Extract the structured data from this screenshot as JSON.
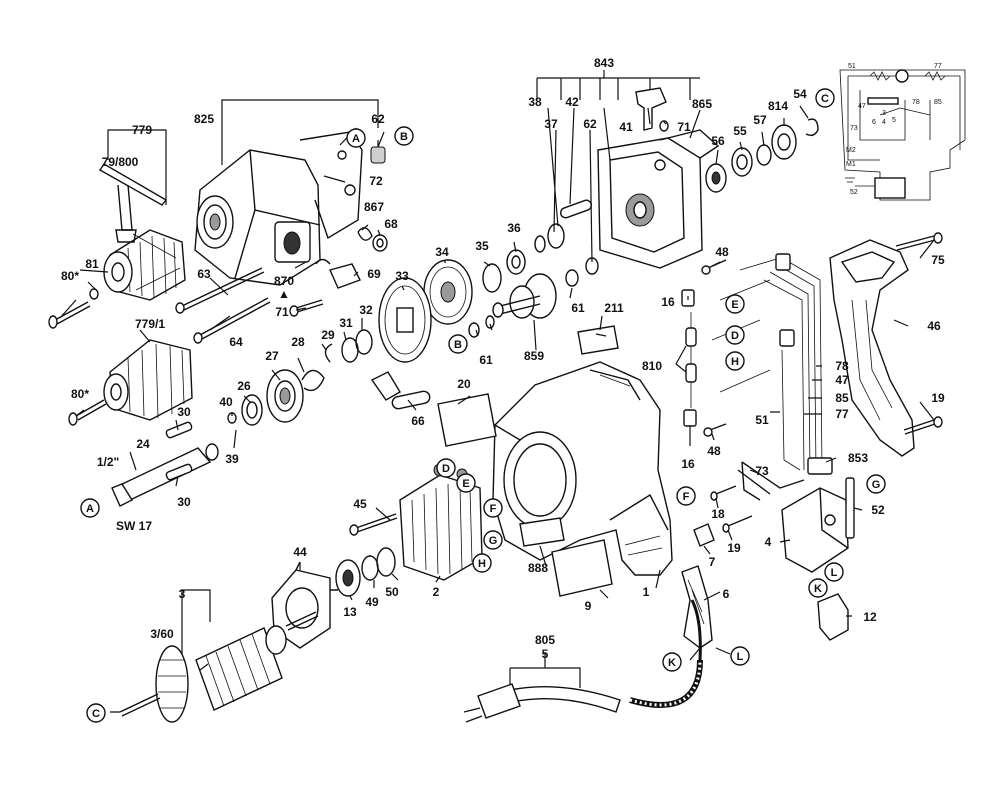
{
  "part_labels": {
    "p843": "843",
    "p38": "38",
    "p37": "37",
    "p42": "42",
    "p62b": "62",
    "p41": "41",
    "p71b": "71",
    "p865": "865",
    "p56": "56",
    "p55": "55",
    "p57": "57",
    "p814": "814",
    "p54": "54",
    "p779": "779",
    "p79_800": "79/800",
    "p825": "825",
    "p62a": "62",
    "p72": "72",
    "p867": "867",
    "p68": "68",
    "p80a": "80*",
    "p81": "81",
    "p63": "63",
    "p870": "870",
    "p69": "69",
    "p71a": "71",
    "p64": "64",
    "p34": "34",
    "p35": "35",
    "p36": "36",
    "p33": "33",
    "p32": "32",
    "p31": "31",
    "p29": "29",
    "p28": "28",
    "p27": "27",
    "p26": "26",
    "p40": "40",
    "p39": "39",
    "p66": "66",
    "p61a": "61",
    "p61b": "61",
    "p859": "859",
    "p779_1": "779/1",
    "p80b": "80*",
    "p30a": "30",
    "p30b": "30",
    "p24": "24",
    "p1_2": "1/2\"",
    "sw17": "SW 17",
    "p211": "211",
    "p20": "20",
    "p48a": "48",
    "p16a": "16",
    "p810": "810",
    "p16b": "16",
    "p48b": "48",
    "p75": "75",
    "p46": "46",
    "p78": "78",
    "p47": "47",
    "p85": "85",
    "p77": "77",
    "p51": "51",
    "p19a": "19",
    "p853": "853",
    "p73": "73",
    "p18": "18",
    "p19b": "19",
    "p4": "4",
    "p52": "52",
    "p12": "12",
    "p7": "7",
    "p45": "45",
    "p888": "888",
    "p9": "9",
    "p1": "1",
    "p6": "6",
    "p2": "2",
    "p50": "50",
    "p49": "49",
    "p13": "13",
    "p44": "44",
    "p3": "3",
    "p3_60": "3/60",
    "p805": "805",
    "p5": "5"
  },
  "callouts": {
    "A": "A",
    "B": "B",
    "C": "C",
    "D": "D",
    "E": "E",
    "F": "F",
    "G": "G",
    "H": "H",
    "K": "K",
    "L": "L"
  },
  "schematic": {
    "n51": "51",
    "n77": "77",
    "n47": "47",
    "n73": "73",
    "n6": "6",
    "n3": "3",
    "n78": "78",
    "n85": "85",
    "n4": "4",
    "n5": "5",
    "m2": "M2",
    "m1": "M1",
    "n52": "52"
  },
  "markers": {
    "triangle": "▲"
  }
}
